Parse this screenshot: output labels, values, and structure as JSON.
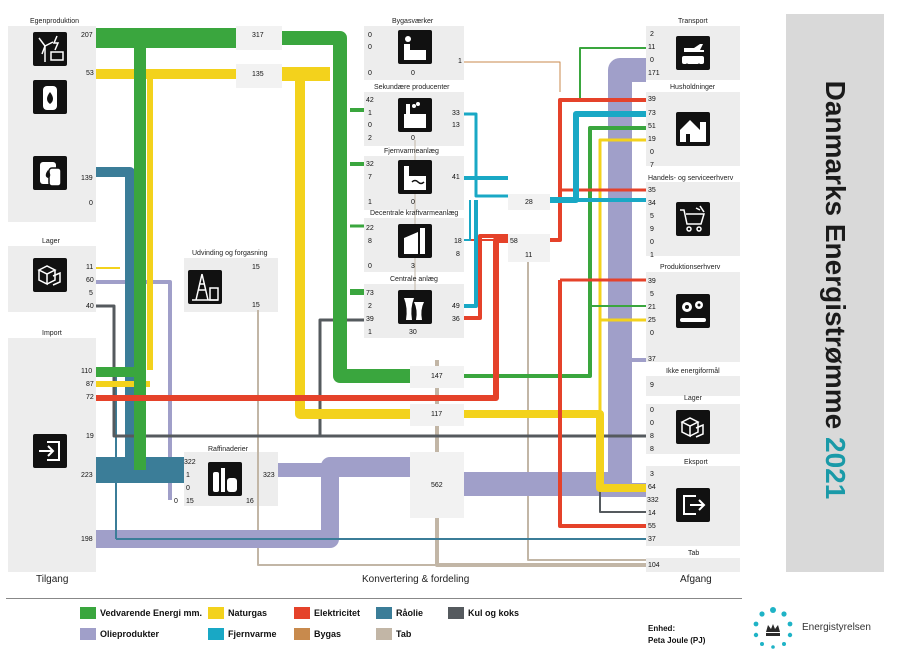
{
  "title": {
    "main": "Danmarks Energistrømme",
    "year": "2021"
  },
  "colors": {
    "vedvarende": "#3aa63e",
    "naturgas": "#f3d21c",
    "elektricitet": "#e5422a",
    "raaolie": "#3b7d98",
    "kul": "#555a5e",
    "olie": "#a09fc9",
    "fjernvarme": "#19a8c5",
    "bygas": "#c88a4d",
    "tab": "#c2b6a6"
  },
  "sources": {
    "egenproduktion": {
      "label": "Egenproduktion",
      "values": [
        "207",
        "53",
        "139",
        "0"
      ]
    },
    "lager": {
      "label": "Lager",
      "values": [
        "11",
        "60",
        "5",
        "40"
      ]
    },
    "import": {
      "label": "Import",
      "values": [
        "110",
        "87",
        "72",
        "19",
        "223",
        "198"
      ]
    }
  },
  "converters": {
    "bygas": {
      "label": "Bygasværker",
      "in": [
        "0",
        "0",
        "0"
      ],
      "out": [
        "0",
        "0"
      ],
      "side": "1"
    },
    "sekundaere": {
      "label": "Sekundære producenter",
      "in": [
        "42",
        "1",
        "0",
        "2"
      ],
      "out": [
        "0"
      ],
      "side": [
        "33",
        "13"
      ]
    },
    "fjernvarme": {
      "label": "Fjernvarmeanlæg",
      "in": [
        "32",
        "7",
        "1"
      ],
      "out": [
        "0"
      ],
      "side": [
        "41"
      ]
    },
    "decentrale": {
      "label": "Decentrale kraftvarmeanlæg",
      "in": [
        "22",
        "8",
        "0"
      ],
      "out": [
        "3"
      ],
      "side": [
        "18",
        "8"
      ]
    },
    "centrale": {
      "label": "Centrale anlæg",
      "in": [
        "73",
        "2",
        "39",
        "1"
      ],
      "out": [
        "30"
      ],
      "side": [
        "49",
        "36"
      ]
    },
    "udvinding": {
      "label": "Udvinding og forgasning",
      "values": [
        "15",
        "15"
      ]
    },
    "raffinaderier": {
      "label": "Raffinaderier",
      "in": [
        "322",
        "1",
        "0",
        "0",
        "15"
      ],
      "out": [
        "323",
        "16"
      ]
    }
  },
  "flows": {
    "f317": "317",
    "f135": "135",
    "f28": "28",
    "f58": "58",
    "f11": "11",
    "f147": "147",
    "f117": "117",
    "f562": "562"
  },
  "destinations": {
    "transport": {
      "label": "Transport",
      "values": [
        "2",
        "11",
        "0",
        "171"
      ]
    },
    "husholdninger": {
      "label": "Husholdninger",
      "values": [
        "39",
        "73",
        "51",
        "19",
        "0",
        "7"
      ]
    },
    "handel": {
      "label": "Handels- og serviceerhverv",
      "values": [
        "35",
        "34",
        "5",
        "9",
        "0",
        "1"
      ]
    },
    "produktion": {
      "label": "Produktionserhverv",
      "values": [
        "39",
        "5",
        "21",
        "25",
        "0",
        "37"
      ]
    },
    "ikkeenergi": {
      "label": "Ikke energiformål",
      "values": [
        "9"
      ]
    },
    "lager": {
      "label": "Lager",
      "values": [
        "0",
        "0",
        "8",
        "8"
      ]
    },
    "eksport": {
      "label": "Eksport",
      "values": [
        "3",
        "64",
        "332",
        "14",
        "55",
        "37"
      ]
    },
    "tab": {
      "label": "Tab",
      "values": [
        "104"
      ]
    }
  },
  "footer": {
    "tilgang": "Tilgang",
    "konvertering": "Konvertering & fordeling",
    "afgang": "Afgang"
  },
  "legend": {
    "vedvarende": "Vedvarende Energi mm.",
    "naturgas": "Naturgas",
    "elektricitet": "Elektricitet",
    "raaolie": "Råolie",
    "kul": "Kul og koks",
    "olie": "Olieprodukter",
    "fjernvarme": "Fjernvarme",
    "bygas": "Bygas",
    "tab": "Tab"
  },
  "unit": {
    "label": "Enhed:",
    "value": "Peta Joule (PJ)"
  },
  "agency": "Energistyrelsen"
}
